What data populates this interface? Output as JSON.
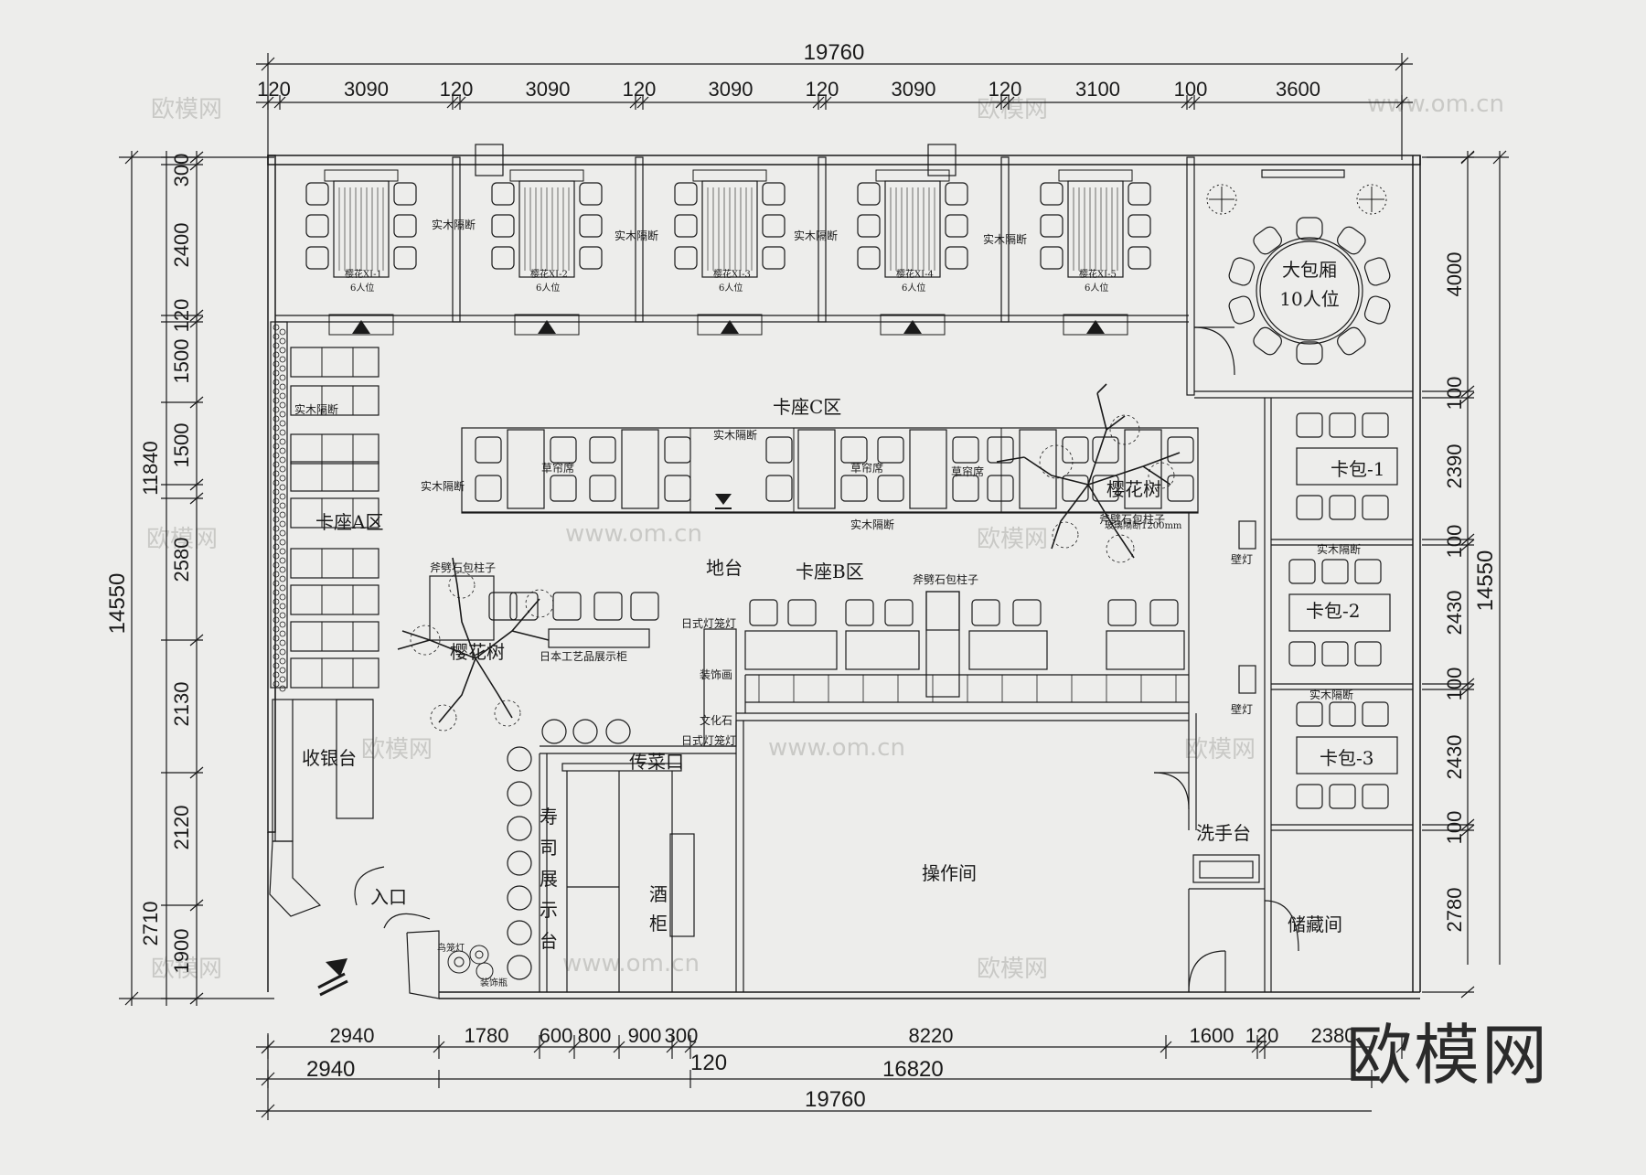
{
  "top_total": "19760",
  "top_segments": [
    "120",
    "3090",
    "120",
    "3090",
    "120",
    "3090",
    "120",
    "3090",
    "120",
    "3100",
    "100",
    "3600"
  ],
  "bottom_row1": [
    "2940",
    "1780",
    "600",
    "800",
    "900",
    "300",
    "8220",
    "1600",
    "120",
    "2380"
  ],
  "bottom_row2_left": "2940",
  "bottom_row2_mid_small": "120",
  "bottom_row2_right": "16820",
  "bottom_total": "19760",
  "left_inner": [
    "300",
    "2400",
    "1500",
    "120",
    "1500",
    "2580",
    "2130",
    "2120",
    "1900"
  ],
  "left_outer": [
    "11840",
    "2710"
  ],
  "left_overall": "14550",
  "right_segments": [
    "4000",
    "100",
    "2390",
    "100",
    "2430",
    "100",
    "2430",
    "100",
    "2780"
  ],
  "right_overall": "14550",
  "rooms": {
    "big_room_line1": "大包厢",
    "big_room_line2": "10人位",
    "zone_c": "卡座C区",
    "zone_b": "卡座B区",
    "zone_a": "卡座A区",
    "platform": "地台",
    "booth1": "卡包-1",
    "booth2": "卡包-2",
    "booth3": "卡包-3",
    "cashier": "收银台",
    "entrance": "入口",
    "serve_window": "传菜口",
    "kitchen": "操作间",
    "wash": "洗手台",
    "storage": "储藏间",
    "wine_cabinet": "酒柜",
    "sushi_display": "寿司展示台",
    "sakura1": "樱花树",
    "sakura2": "樱花树"
  },
  "labels": {
    "partition": "实木隔断",
    "six_seats": "6人位",
    "room_a1": "樱花XI-1",
    "room_a2": "樱花XI-2",
    "room_a3": "樱花XI-3",
    "room_a4": "樱花XI-4",
    "room_a5": "樱花XI-5",
    "tatami1": "草帘席",
    "tatami2": "草帘席",
    "tatami3": "草帘席",
    "stone_column1": "斧劈石包柱子",
    "stone_column2": "斧劈石包柱子",
    "japanese_lamp1": "日式灯笼灯",
    "japanese_lamp2": "日式灯笼灯",
    "display_cabinet": "日本工艺品展示柜",
    "deco_painting": "装饰画",
    "culture_stone": "文化石",
    "wall_lamp1": "壁灯",
    "wall_lamp2": "壁灯",
    "bird_lamp": "鸟笼灯",
    "deco_vase": "装饰瓶",
    "glass_partition": "玻璃隔断1200mm"
  },
  "watermark": "欧模网",
  "watermark_url": "www.om.cn",
  "logo_text": "欧模网",
  "colors": {
    "line": "#1a1a1a",
    "paper": "#ededeb"
  }
}
